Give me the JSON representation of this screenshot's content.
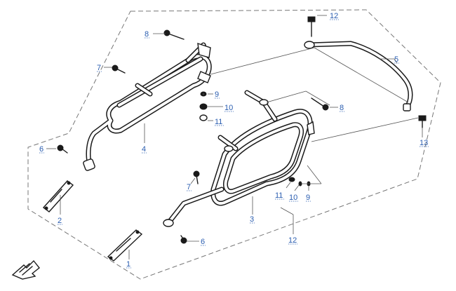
{
  "callouts": [
    {
      "id": "c1",
      "label": "1"
    },
    {
      "id": "c2",
      "label": "2"
    },
    {
      "id": "c3",
      "label": "3"
    },
    {
      "id": "c4",
      "label": "4"
    },
    {
      "id": "c5",
      "label": "5"
    },
    {
      "id": "c6a",
      "label": "6"
    },
    {
      "id": "c6b",
      "label": "6"
    },
    {
      "id": "c7a",
      "label": "7"
    },
    {
      "id": "c7b",
      "label": "7"
    },
    {
      "id": "c8a",
      "label": "8"
    },
    {
      "id": "c8b",
      "label": "8"
    },
    {
      "id": "c9a",
      "label": "9"
    },
    {
      "id": "c9b",
      "label": "9"
    },
    {
      "id": "c10a",
      "label": "10"
    },
    {
      "id": "c10b",
      "label": "10"
    },
    {
      "id": "c11a",
      "label": "11"
    },
    {
      "id": "c11b",
      "label": "11"
    },
    {
      "id": "c12a",
      "label": "12"
    },
    {
      "id": "c12b",
      "label": "12"
    },
    {
      "id": "c13",
      "label": "13"
    }
  ],
  "colors": {
    "callout": "#2a5db0",
    "line": "#1a1a1a",
    "boundary": "#777777"
  }
}
